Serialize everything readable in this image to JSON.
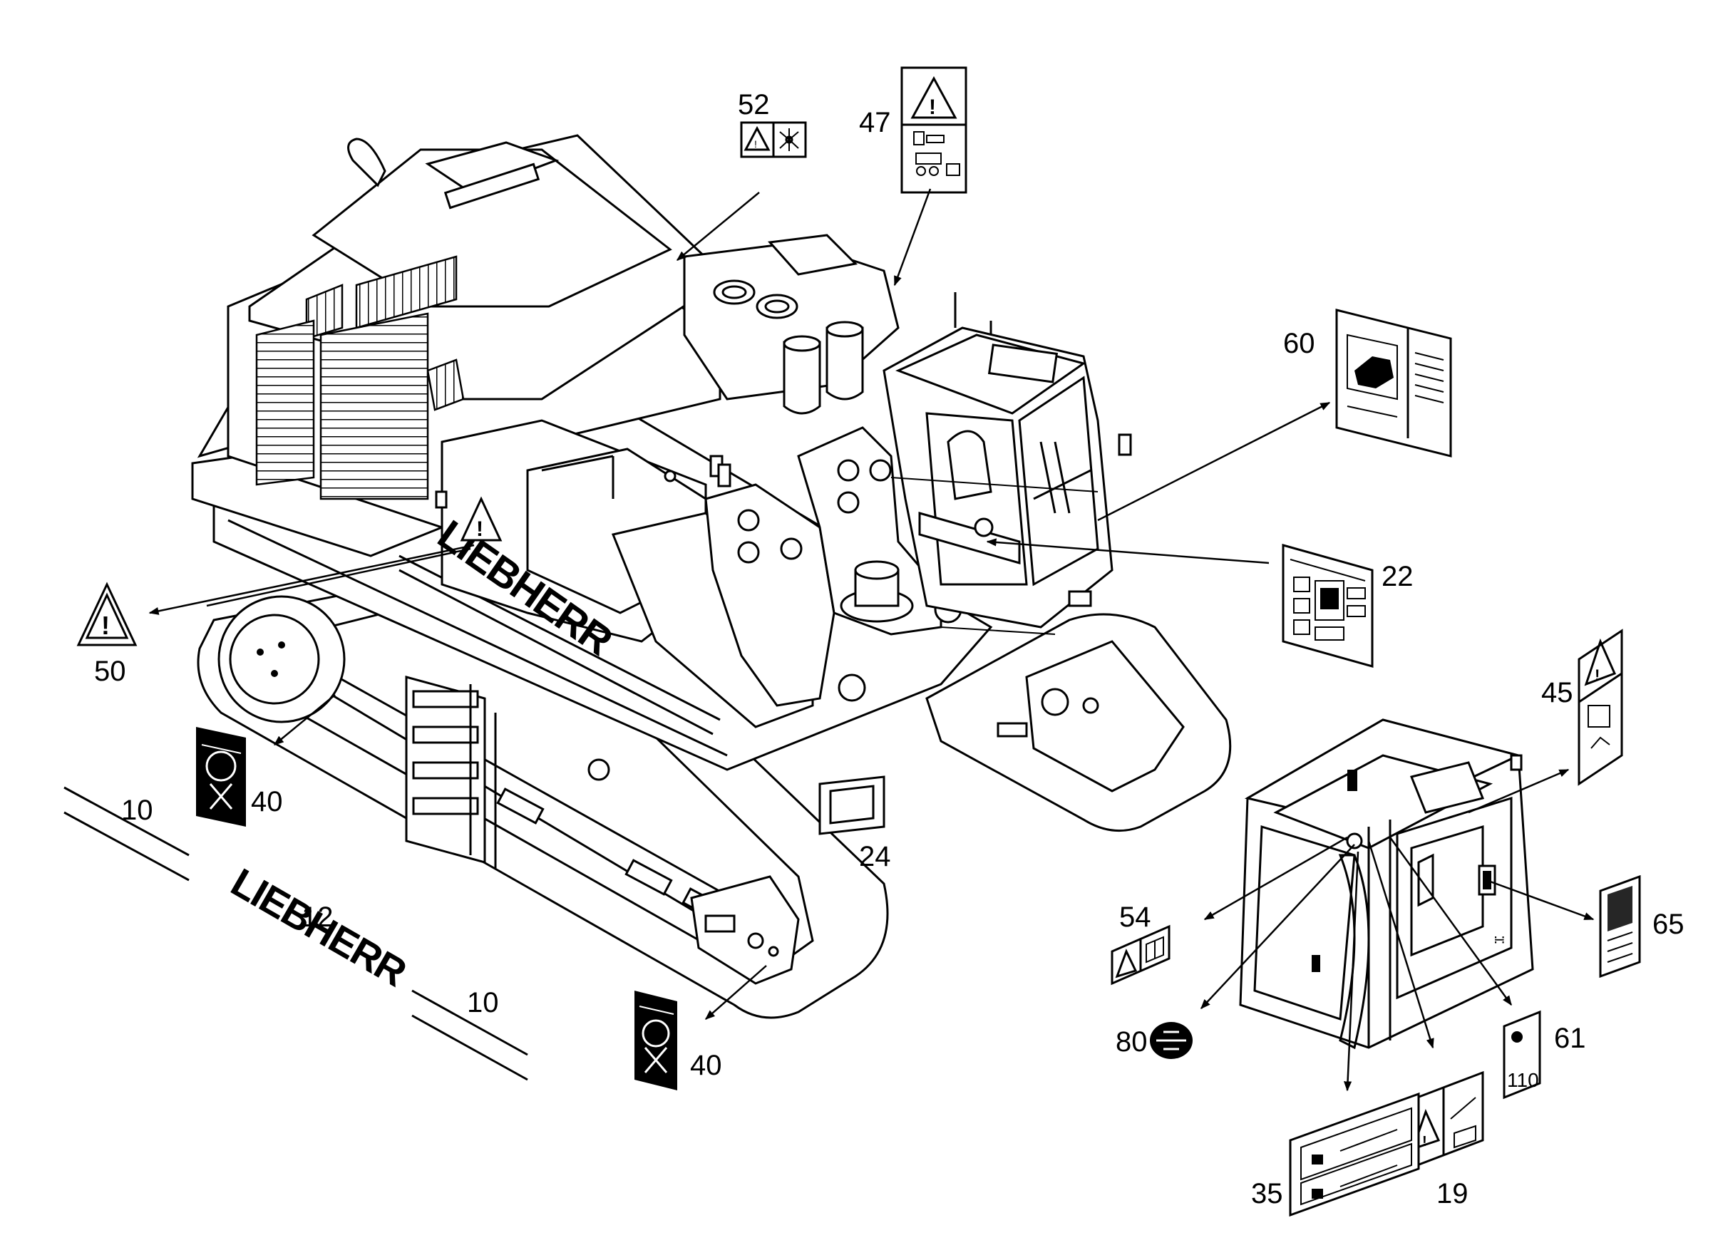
{
  "parts": [
    {
      "id": "p10a",
      "label": "10"
    },
    {
      "id": "p10b",
      "label": "10"
    },
    {
      "id": "p12",
      "label": "12"
    },
    {
      "id": "p19",
      "label": "19"
    },
    {
      "id": "p22",
      "label": "22"
    },
    {
      "id": "p24",
      "label": "24"
    },
    {
      "id": "p35",
      "label": "35"
    },
    {
      "id": "p40a",
      "label": "40"
    },
    {
      "id": "p40b",
      "label": "40"
    },
    {
      "id": "p45",
      "label": "45"
    },
    {
      "id": "p47",
      "label": "47"
    },
    {
      "id": "p50",
      "label": "50"
    },
    {
      "id": "p52",
      "label": "52"
    },
    {
      "id": "p54",
      "label": "54"
    },
    {
      "id": "p60",
      "label": "60"
    },
    {
      "id": "p61",
      "label": "61"
    },
    {
      "id": "p65",
      "label": "65"
    },
    {
      "id": "p80",
      "label": "80"
    }
  ],
  "decals": {
    "brand_text": "LIEBHERR",
    "plate_61_text": "110"
  }
}
